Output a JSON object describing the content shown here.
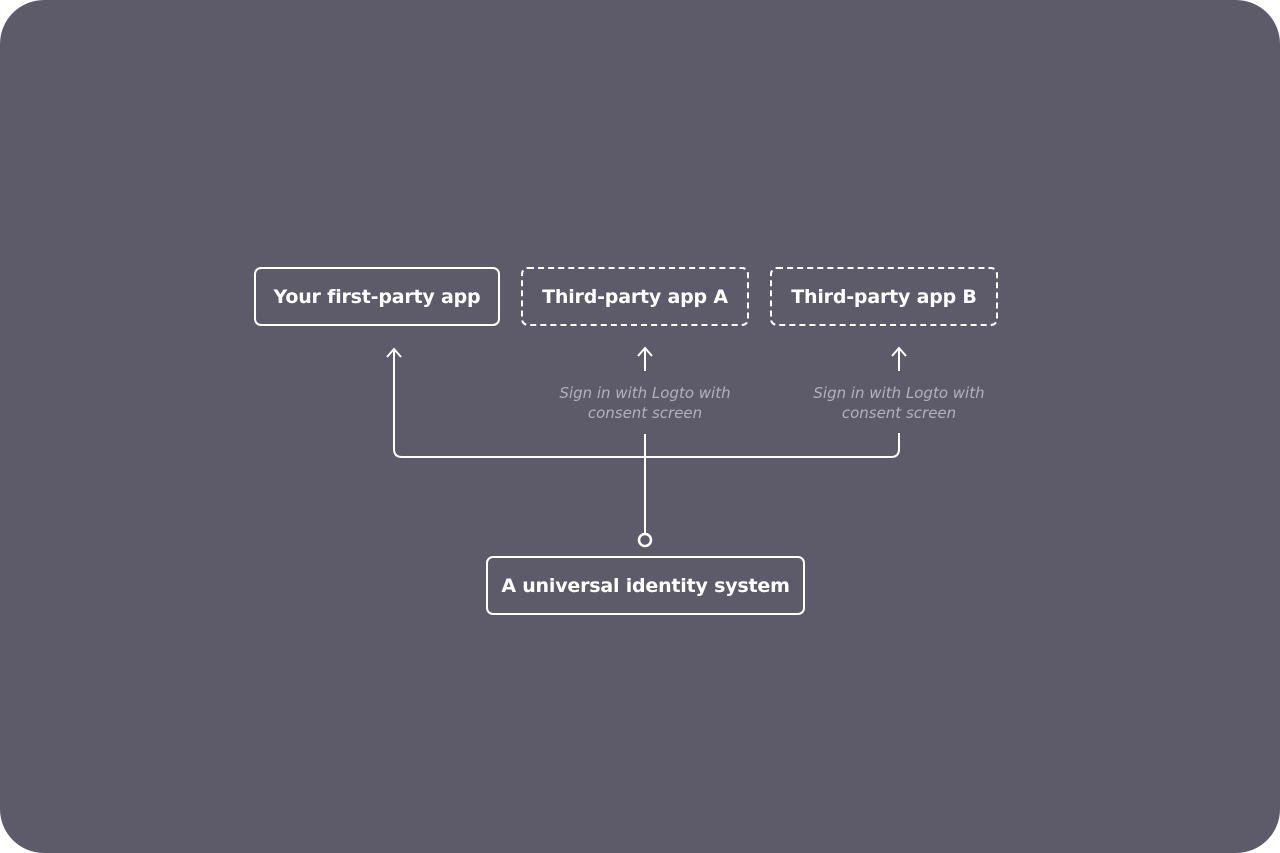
{
  "diagram": {
    "nodes": {
      "first_party": "Your first-party app",
      "third_party_a": "Third-party app A",
      "third_party_b": "Third-party app B",
      "identity_system": "A universal identity system"
    },
    "captions": {
      "a": {
        "line1": "Sign in with Logto with",
        "line2": "consent screen"
      },
      "b": {
        "line1": "Sign in with Logto with",
        "line2": "consent screen"
      }
    },
    "edges": [
      {
        "from": "identity_system",
        "to": "first_party",
        "style": "solid"
      },
      {
        "from": "identity_system",
        "to": "third_party_a",
        "style": "solid",
        "label": "captions.a"
      },
      {
        "from": "identity_system",
        "to": "third_party_b",
        "style": "solid",
        "label": "captions.b"
      }
    ]
  },
  "colors": {
    "background": "#5d5a6a",
    "stroke": "#ffffff",
    "caption": "#b4b0c0"
  }
}
